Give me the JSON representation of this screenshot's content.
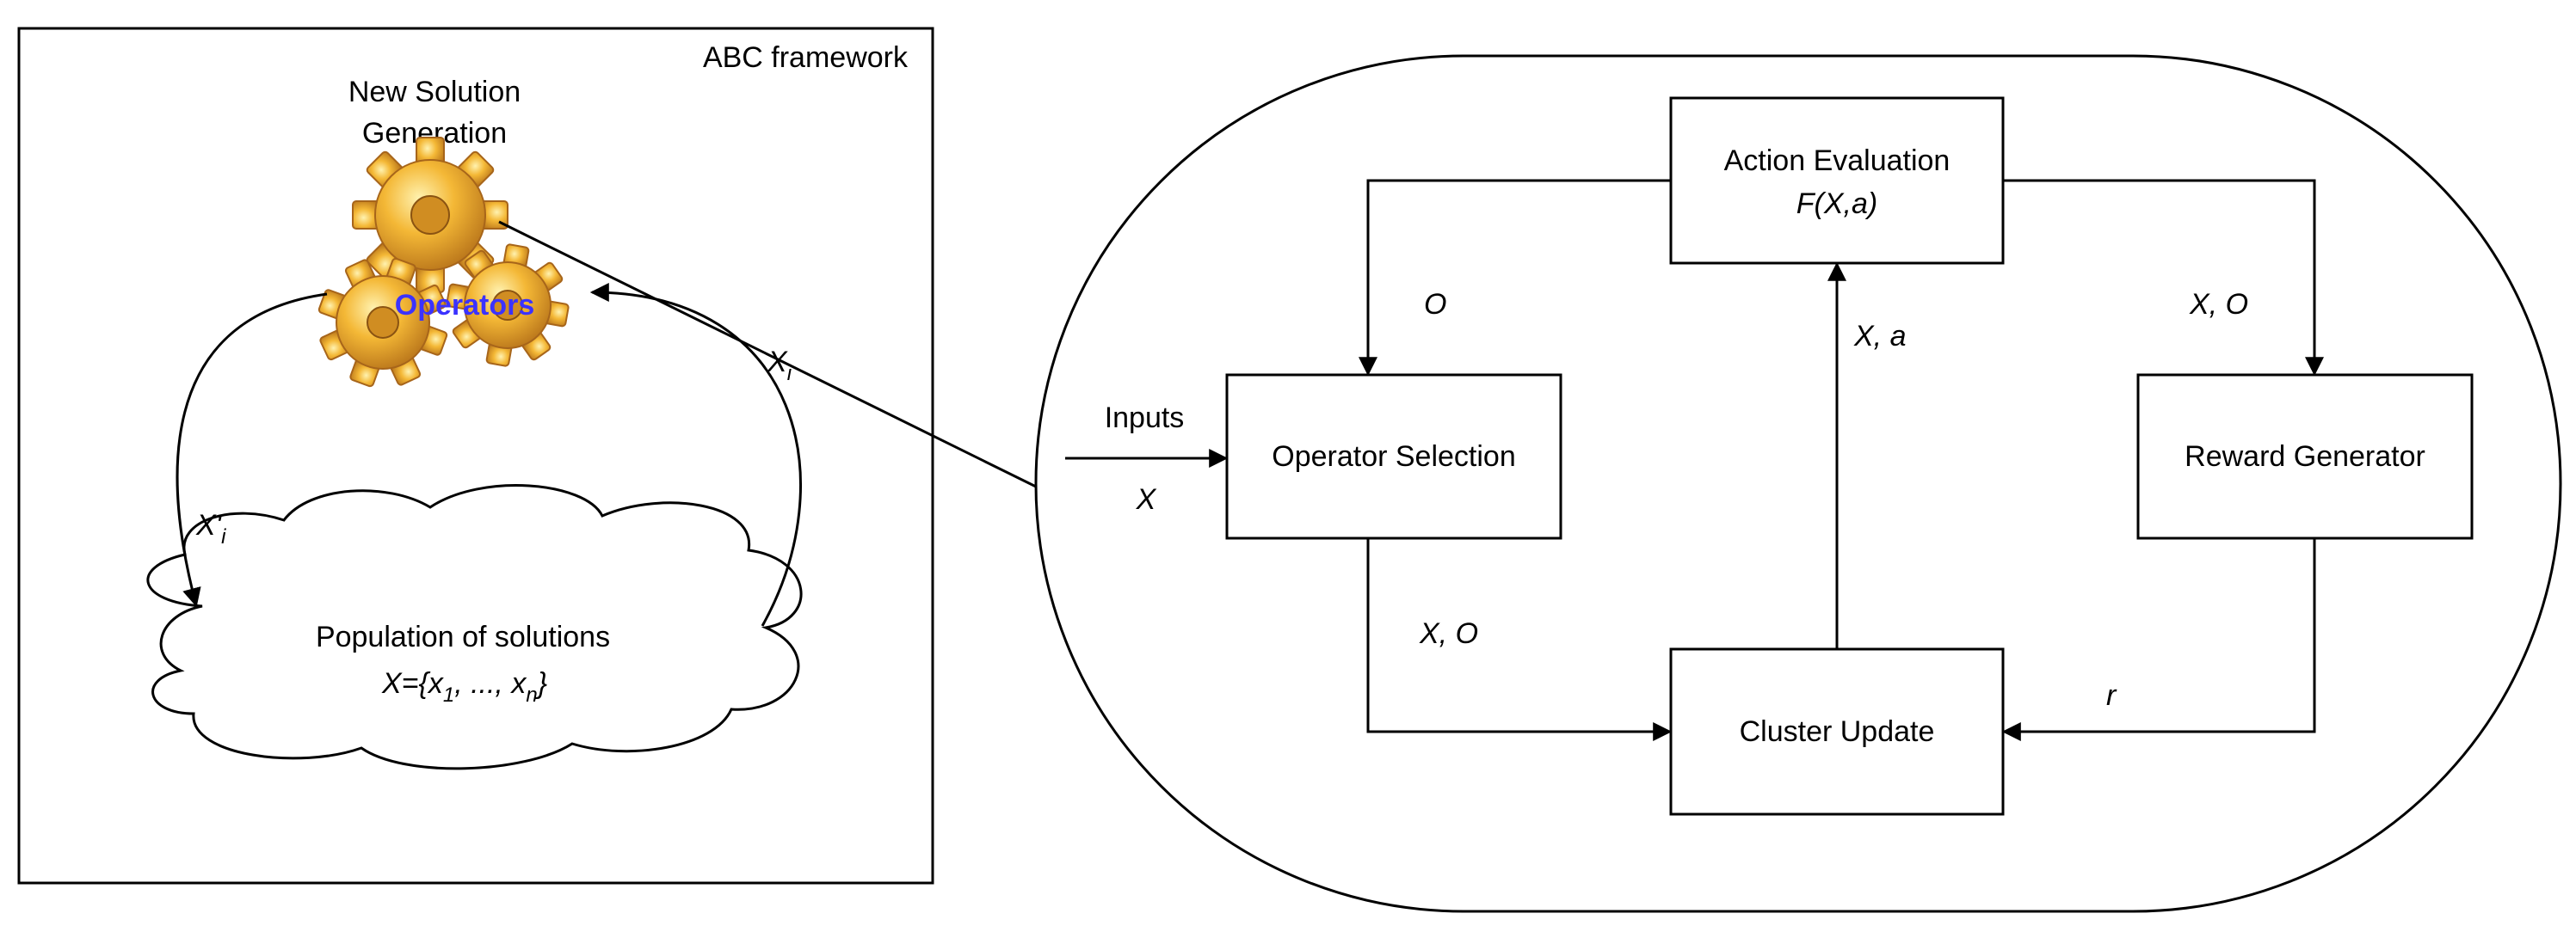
{
  "abc": {
    "frame_title": "ABC framework",
    "gen_title_1": "New Solution",
    "gen_title_2": "Generation",
    "operators": "Operators",
    "x_i": "X",
    "x_i_sub": "i",
    "x_prime": "X'",
    "x_prime_sub": "i",
    "population_title": "Population of solutions",
    "population_set_prefix": "X={x",
    "population_set_sub1": "1",
    "population_set_mid": ", ..., x",
    "population_set_subn": "n",
    "population_set_suffix": "}"
  },
  "controller": {
    "inputs": "Inputs",
    "x": "X",
    "operator_selection": "Operator Selection",
    "action_evaluation": "Action Evaluation",
    "action_formula": "F(X,a)",
    "reward_generator": "Reward Generator",
    "cluster_update": "Cluster Update",
    "label_o": "O",
    "label_xo_top": "X, O",
    "label_xa": "X, a",
    "label_xo_bottom": "X, O",
    "label_r": "r"
  },
  "colors": {
    "operators_text": "#3b32ff",
    "gear_fill": "#f2b02c",
    "gear_dark": "#c9821a"
  }
}
